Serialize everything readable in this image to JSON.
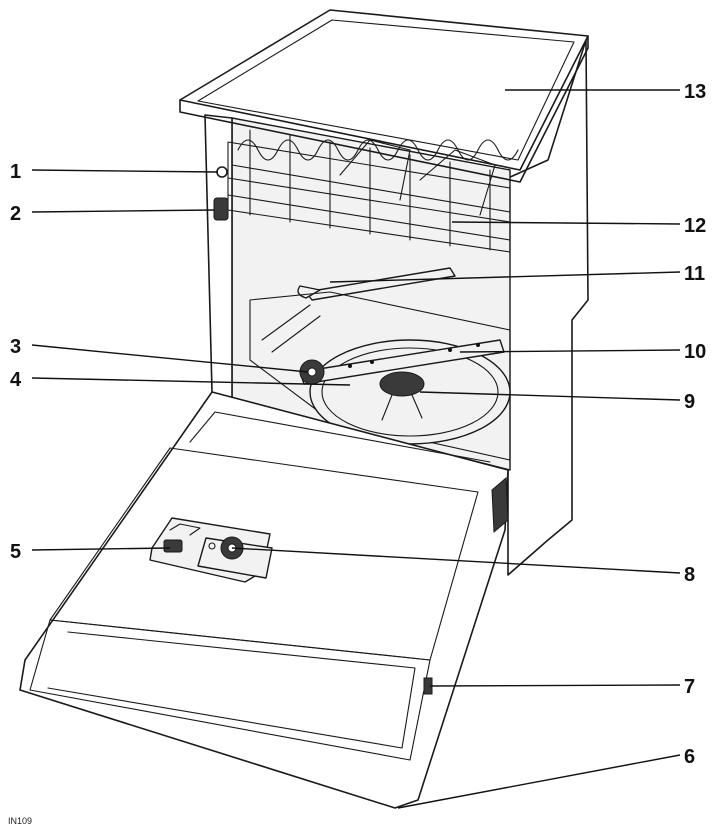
{
  "figure_code": "IN109",
  "callouts": [
    {
      "id": "1",
      "label": "1"
    },
    {
      "id": "2",
      "label": "2"
    },
    {
      "id": "3",
      "label": "3"
    },
    {
      "id": "4",
      "label": "4"
    },
    {
      "id": "5",
      "label": "5"
    },
    {
      "id": "6",
      "label": "6"
    },
    {
      "id": "7",
      "label": "7"
    },
    {
      "id": "8",
      "label": "8"
    },
    {
      "id": "9",
      "label": "9"
    },
    {
      "id": "10",
      "label": "10"
    },
    {
      "id": "11",
      "label": "11"
    },
    {
      "id": "12",
      "label": "12"
    },
    {
      "id": "13",
      "label": "13"
    }
  ]
}
